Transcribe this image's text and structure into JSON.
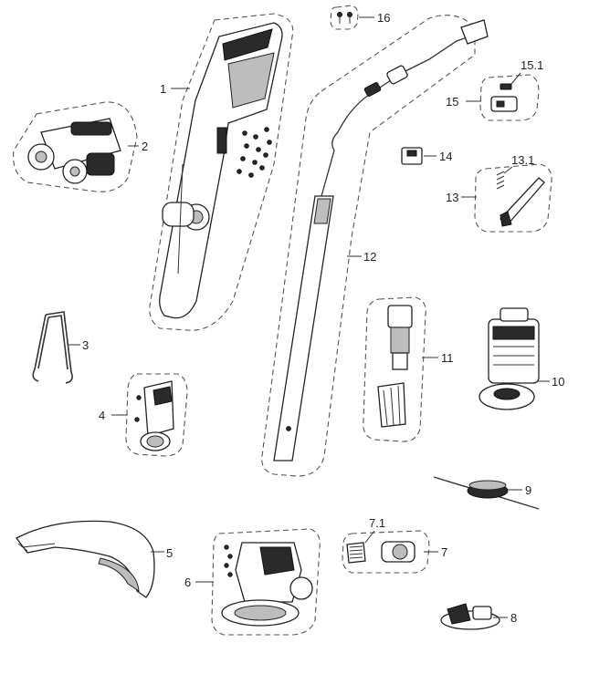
{
  "callouts": {
    "c1": "1",
    "c2": "2",
    "c3": "3",
    "c4": "4",
    "c5": "5",
    "c6": "6",
    "c7": "7",
    "c7_1": "7.1",
    "c8": "8",
    "c9": "9",
    "c10": "10",
    "c11": "11",
    "c12": "12",
    "c13": "13",
    "c13_1": "13.1",
    "c14": "14",
    "c15": "15",
    "c15_1": "15.1",
    "c16": "16"
  }
}
